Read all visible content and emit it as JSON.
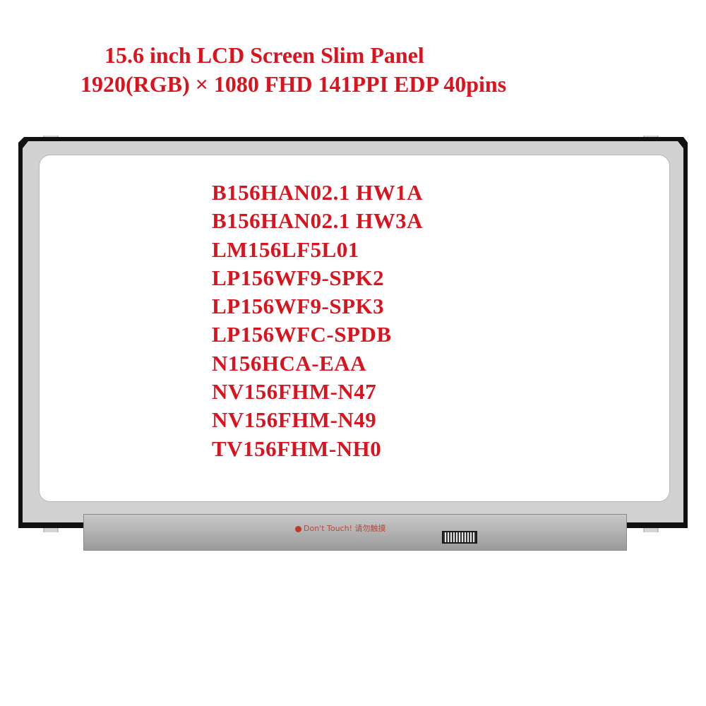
{
  "heading": {
    "line1": "15.6 inch LCD Screen Slim Panel",
    "line2": "1920(RGB) × 1080 FHD 141PPI  EDP 40pins"
  },
  "models": [
    "B156HAN02.1 HW1A",
    "B156HAN02.1 HW3A",
    "LM156LF5L01",
    "LP156WF9-SPK2",
    "LP156WF9-SPK3",
    "LP156WFC-SPDB",
    "N156HCA-EAA",
    "NV156FHM-N47",
    "NV156FHM-N49",
    "TV156FHM-NH0"
  ],
  "panel": {
    "warning": "Don't Touch! 请勿触摸"
  },
  "colors": {
    "text_red": "#d9141e",
    "frame_dark": "#111111",
    "bezel_gray": "#d2d2d2"
  }
}
